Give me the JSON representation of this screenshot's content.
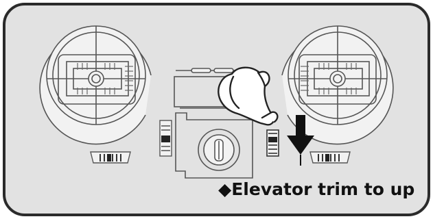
{
  "caption": {
    "text": "◆Elevator trim to up"
  },
  "colors": {
    "panel": "#e2e2e2",
    "panel_border": "#2b2b2b",
    "outline": "#555555",
    "light_fill": "#f2f2f2",
    "arrow": "#111111"
  },
  "icons": {
    "finger": "pointing-finger-icon",
    "arrow": "down-arrow-icon",
    "caption_marker": "diamond-bullet"
  },
  "indicated_action": {
    "control": "elevator trim lever",
    "direction": "up"
  }
}
